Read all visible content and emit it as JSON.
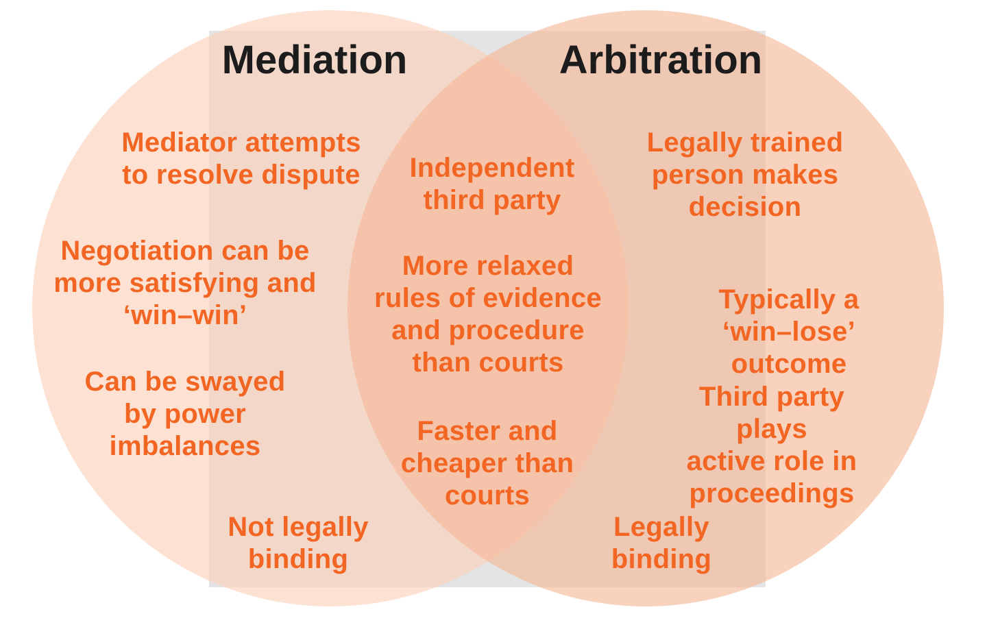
{
  "mediation": {
    "title": "Mediation",
    "items": [
      "Mediator attempts\nto resolve dispute",
      "Negotiation can be\nmore satisfying and\n‘win–win’",
      "Can be swayed\nby power\nimbalances",
      "Not legally\nbinding"
    ]
  },
  "shared": {
    "items": [
      "Independent\nthird party",
      "More relaxed\nrules of evidence\nand procedure\nthan courts",
      "Faster and\ncheaper than\ncourts"
    ]
  },
  "arbitration": {
    "title": "Arbitration",
    "items": [
      "Legally trained\nperson makes\ndecision",
      "Typically a ‘win–lose’\noutcome",
      "Third party plays\nactive role in\nproceedings",
      "Legally\nbinding"
    ]
  },
  "colors": {
    "text_accent": "#f26522",
    "title": "#1c1c1c",
    "circle_left": "#fbd0ba",
    "circle_right": "#f6b694"
  }
}
